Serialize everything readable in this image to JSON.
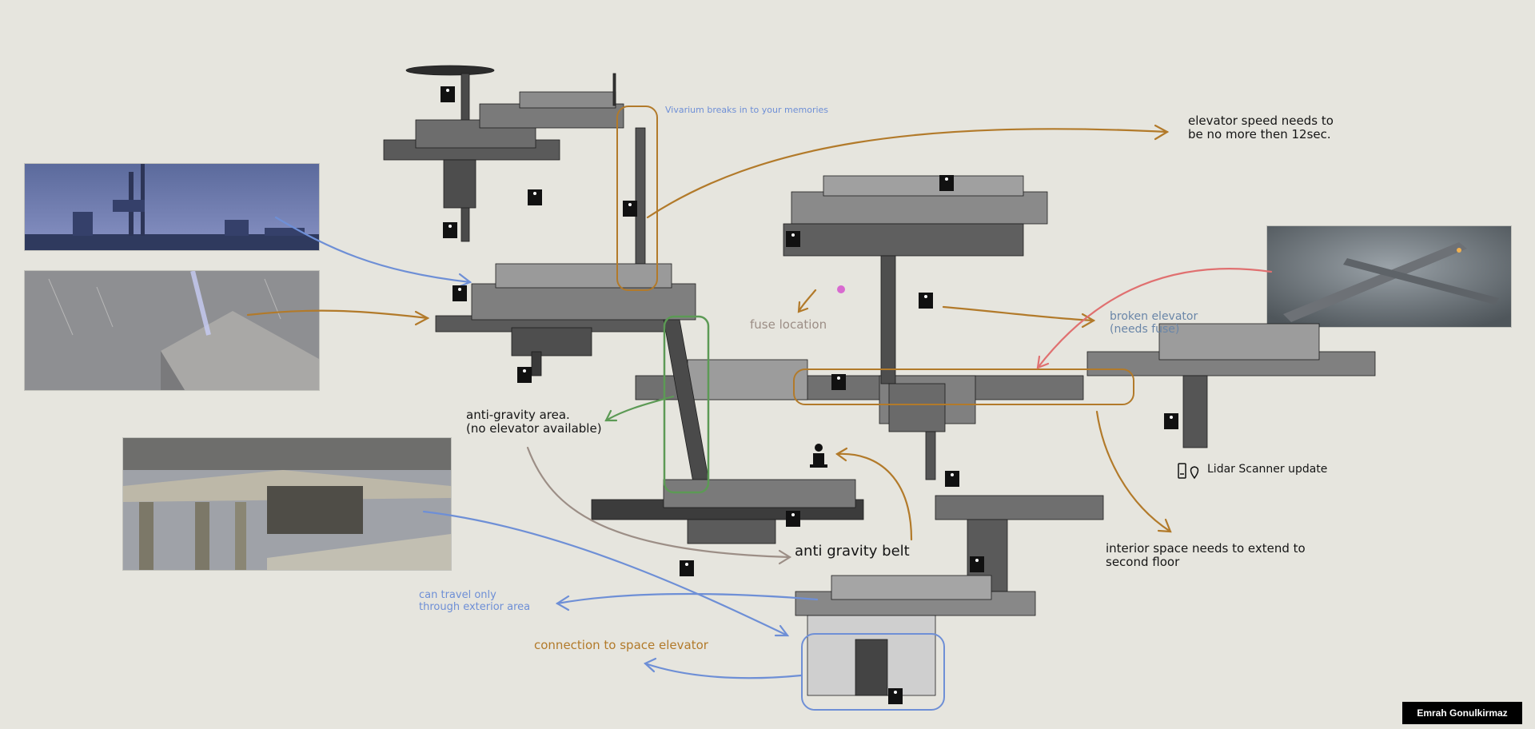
{
  "annotations": {
    "vivarium": "Vivarium breaks in to your memories",
    "elevator_speed": "elevator speed needs to\nbe no more then 12sec.",
    "fuse_location": "fuse location",
    "broken_elevator": "broken elevator\n(needs fuse)",
    "anti_gravity_area": "anti-gravity area.\n(no elevator available)",
    "lidar": "Lidar Scanner update",
    "interior_space": "interior space needs to extend to\nsecond floor",
    "anti_gravity_belt": "anti gravity belt",
    "exterior_travel": "can travel only\nthrough exterior area",
    "space_elevator": "connection to space elevator"
  },
  "credit": "Emrah Gonulkirmaz",
  "colors": {
    "background": "#e6e5de",
    "blue": "#6e8fd6",
    "orange": "#b27a2a",
    "green": "#5c9a55",
    "red": "#e07070",
    "grey_arrow": "#9c8e86",
    "ink": "#151515"
  },
  "icons": [
    "elevator-icon",
    "person-seated-icon",
    "lidar-scanner-icon",
    "location-pin-icon"
  ]
}
